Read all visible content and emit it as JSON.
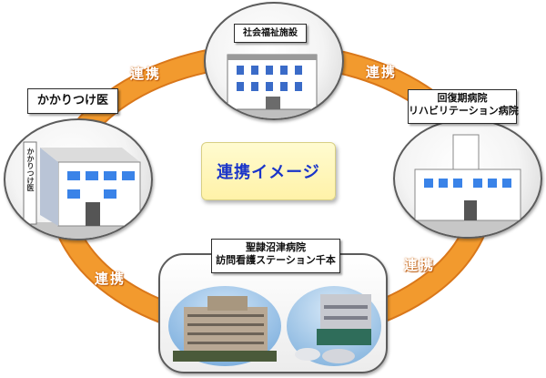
{
  "center_label": "連携イメージ",
  "link_label": "連携",
  "nodes": {
    "welfare": {
      "label": "社会福祉施設"
    },
    "family_doctor": {
      "label": "かかりつけ医",
      "sign": "かかりつけ医"
    },
    "rehab": {
      "line1": "回復期病院",
      "line2": "リハビリテーション病院"
    },
    "seiryo": {
      "line1": "聖隷沼津病院",
      "line2": "訪問看護ステーション千本"
    }
  },
  "colors": {
    "ring": "#f29a2e",
    "ring_dark": "#d9771a",
    "center_text": "#1a35c9",
    "building_blue": "#3a83e8"
  }
}
